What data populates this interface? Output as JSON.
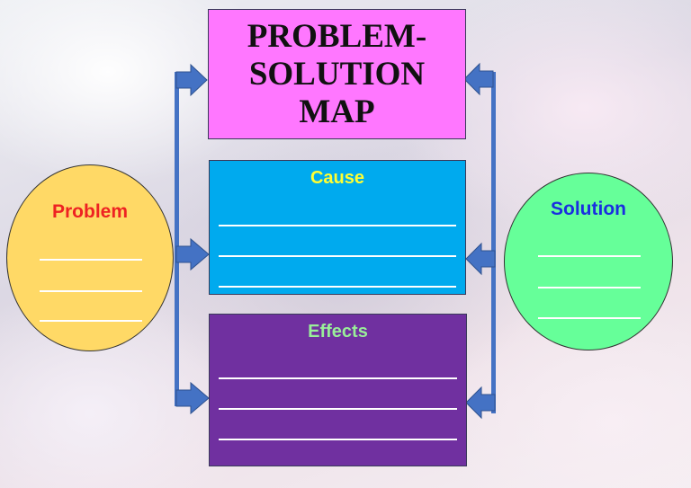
{
  "title": "PROBLEM-\nSOLUTION\nMAP",
  "cause": {
    "heading": "Cause"
  },
  "effects": {
    "heading": "Effects"
  },
  "problem": {
    "label": "Problem"
  },
  "solution": {
    "label": "Solution"
  },
  "colors": {
    "title_fill": "#ff77ff",
    "cause_fill": "#00aaee",
    "effects_fill": "#7030a0",
    "problem_fill": "#ffd966",
    "solution_fill": "#66ff99",
    "arrow": "#4472c4"
  }
}
